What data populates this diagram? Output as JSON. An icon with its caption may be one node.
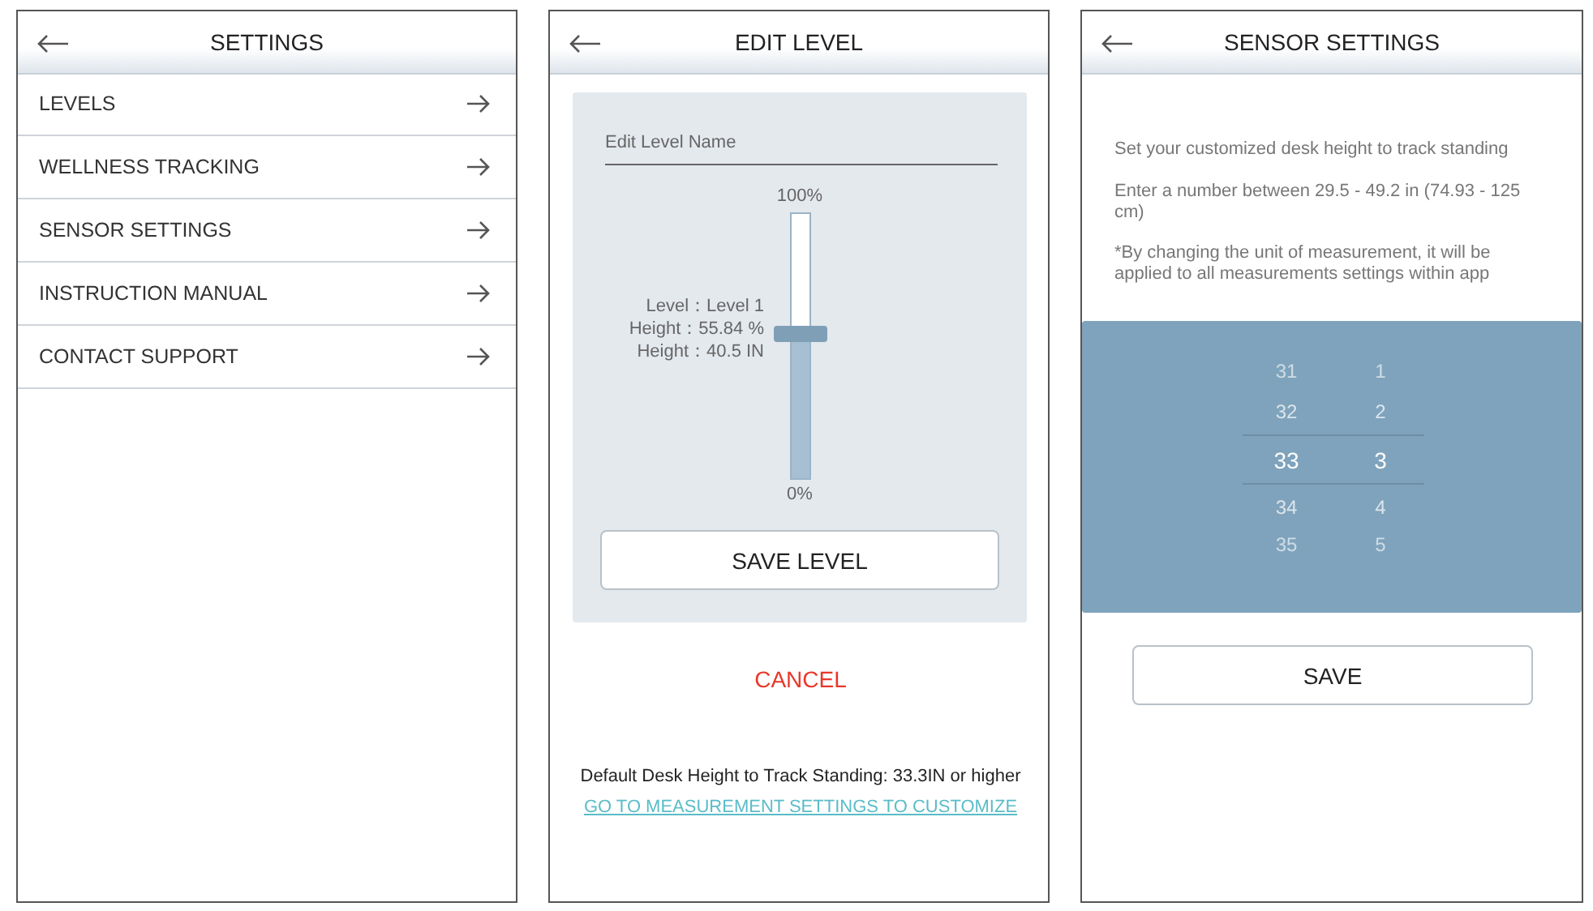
{
  "diagram": {
    "nodes": [
      {
        "text": [
          "SETTINGS"
        ]
      },
      {
        "text": [
          "LEVELS"
        ],
        "in": 0
      },
      {
        "text": [
          "WELLNESS TRACKING"
        ],
        "in": 0
      },
      {
        "text": [
          "SENSOR SETTINGS"
        ],
        "in": 0
      },
      {
        "text": [
          "INSTRUCTION MANUAL"
        ],
        "in": 0
      },
      {
        "text": [
          "CONTACT SUPPORT"
        ],
        "in": 0
      },
      {
        "text": [
          "EDIT LEVEL"
        ]
      },
      {
        "text": [],
        "shape": "box",
        "in": 6
      },
      {
        "text": [
          "SAVE LEVEL"
        ],
        "in": 7
      },
      {
        "text": [
          "SENSOR SETTINGS"
        ]
      },
      {
        "text": [],
        "shape": "box",
        "in": 9
      },
      {
        "text": [
          "SAVE"
        ],
        "in": 9
      }
    ],
    "edges": [],
    "labels": [
      "Edit Level Name",
      "100%",
      "Level：Level 1",
      "Height：55.84 %",
      "Height：40.5 IN",
      "0%",
      "CANCEL",
      "Default Desk Height to Track Standing: 33.3IN or higher",
      "GO TO MEASUREMENT SETTINGS TO CUSTOMIZE",
      "Set your customized desk height to track standing",
      "Enter a number between 29.5 - 49.2 in (74.93 - 125 cm)",
      "*By changing the unit of measurement, it will be applied to all measurements settings within app",
      "31",
      "1",
      "32",
      "2",
      "33",
      "3",
      "34",
      "4",
      "35",
      "5"
    ]
  }
}
